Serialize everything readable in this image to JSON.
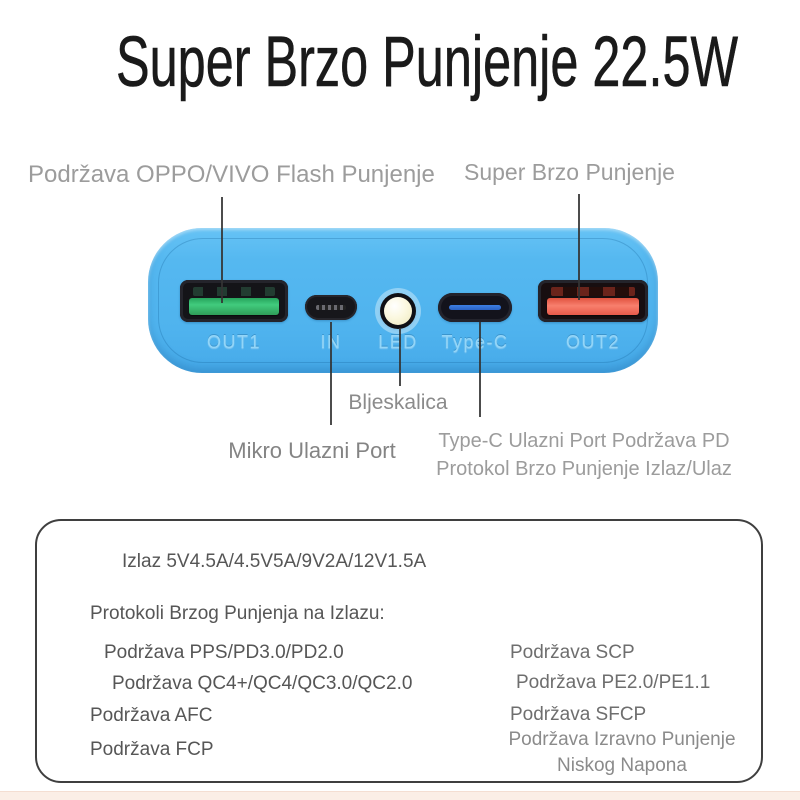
{
  "title": "Super Brzo Punjenje 22.5W",
  "annotations": {
    "out1_label": "Podržava OPPO/VIVO Flash Punjenje",
    "out2_label": "Super Brzo Punjenje",
    "flashlight_label": "Bljeskalica",
    "micro_in_label": "Mikro Ulazni Port",
    "typec_line1": "Type-C Ulazni Port Podržava PD",
    "typec_line2": "Protokol Brzo Punjenje Izlaz/Ulaz"
  },
  "device": {
    "body_color": "#52b6ef",
    "ports": [
      {
        "id": "out1",
        "label": "OUT1",
        "type": "usb-a",
        "tongue_color": "#41cb7d"
      },
      {
        "id": "in",
        "label": "IN",
        "type": "micro-usb",
        "tongue_color": "#17171b"
      },
      {
        "id": "led",
        "label": "LED",
        "type": "flashlight",
        "tongue_color": "#fbf8e0"
      },
      {
        "id": "typec",
        "label": "Type-C",
        "type": "usb-c",
        "tongue_color": "#2f6fd8"
      },
      {
        "id": "out2",
        "label": "OUT2",
        "type": "usb-a",
        "tongue_color": "#f2695c"
      }
    ]
  },
  "specs": {
    "output": "Izlaz 5V4.5A/4.5V5A/9V2A/12V1.5A",
    "protocols_header": "Protokoli Brzog Punjenja na Izlazu:",
    "left_column": [
      "Podržava PPS/PD3.0/PD2.0",
      "Podržava QC4+/QC4/QC3.0/QC2.0",
      "Podržava AFC",
      "Podržava FCP"
    ],
    "right_column": [
      "Podržava SCP",
      "Podržava PE2.0/PE1.1",
      "Podržava SFCP"
    ],
    "right_note_line1": "Podržava Izravno Punjenje",
    "right_note_line2": "Niskog Napona"
  },
  "colors": {
    "title_text": "#1a1a1a",
    "annotation_gray": "#9c9c9c",
    "spec_text": "#565656",
    "pointer_line": "#333333",
    "port_label_blue": "#93d6f8",
    "out1_green": "#41cb7d",
    "out2_red": "#f2695c",
    "typec_blue": "#2f6fd8",
    "led_cream": "#fbf8e0"
  }
}
